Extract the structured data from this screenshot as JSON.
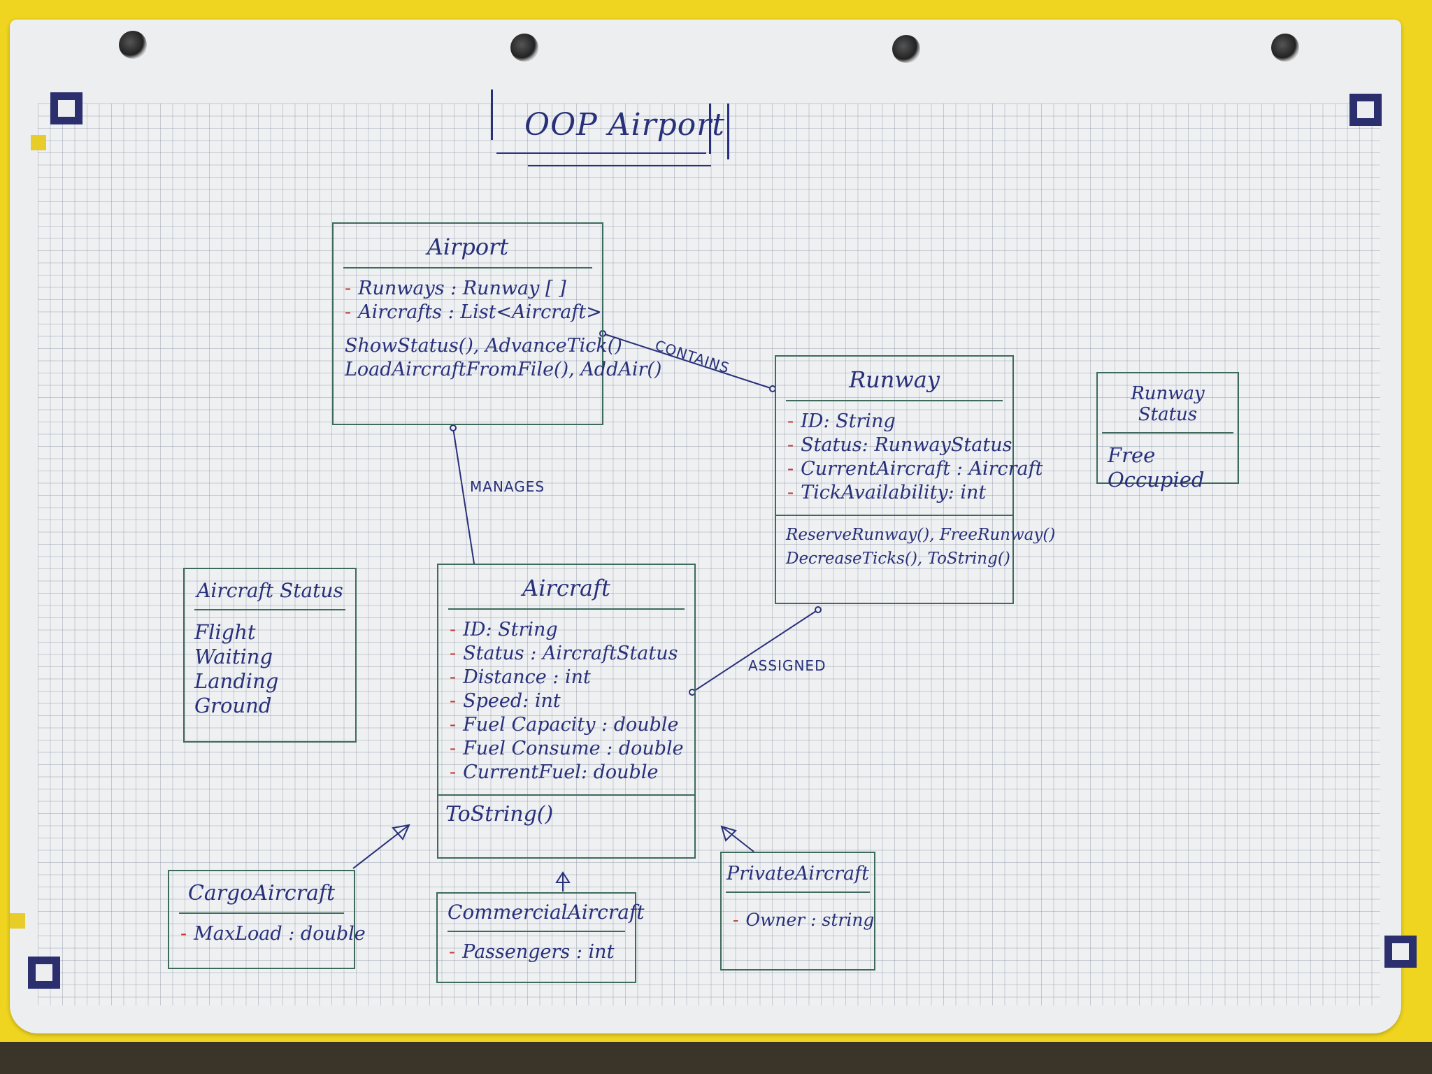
{
  "title": "OOP Airport",
  "classes": {
    "airport": {
      "name": "Airport",
      "attributes": [
        "Runways : Runway [ ]",
        "Aircrafts : List<Aircraft>"
      ],
      "methods": [
        "ShowStatus(), AdvanceTick()",
        "LoadAircraftFromFile(), AddAir()"
      ]
    },
    "runway": {
      "name": "Runway",
      "attributes": [
        "ID: String",
        "Status: RunwayStatus",
        "CurrentAircraft : Aircraft",
        "TickAvailability: int"
      ],
      "methods": [
        "ReserveRunway(), FreeRunway()",
        "DecreaseTicks(), ToString()"
      ]
    },
    "aircraft": {
      "name": "Aircraft",
      "attributes": [
        "ID: String",
        "Status : AircraftStatus",
        "Distance : int",
        "Speed: int",
        "Fuel Capacity : double",
        "Fuel Consume : double",
        "CurrentFuel: double"
      ],
      "methods": [
        "ToString()"
      ]
    },
    "cargo": {
      "name": "CargoAircraft",
      "attributes": [
        "MaxLoad : double"
      ]
    },
    "commercial": {
      "name": "CommercialAircraft",
      "attributes": [
        "Passengers : int"
      ]
    },
    "private": {
      "name": "PrivateAircraft",
      "attributes": [
        "Owner : string"
      ]
    }
  },
  "enums": {
    "aircraft_status": {
      "name": "Aircraft Status",
      "values": [
        "Flight",
        "Waiting",
        "Landing",
        "Ground"
      ]
    },
    "runway_status": {
      "name": "Runway Status",
      "values": [
        "Free",
        "Occupied"
      ]
    }
  },
  "relations": {
    "contains": "CONTAINS",
    "manages": "MANAGES",
    "assigned": "ASSIGNED"
  },
  "colors": {
    "ink": "#28307a",
    "frame": "#3d6a5a",
    "bullet": "#c23b33",
    "folder": "#efd51f"
  }
}
